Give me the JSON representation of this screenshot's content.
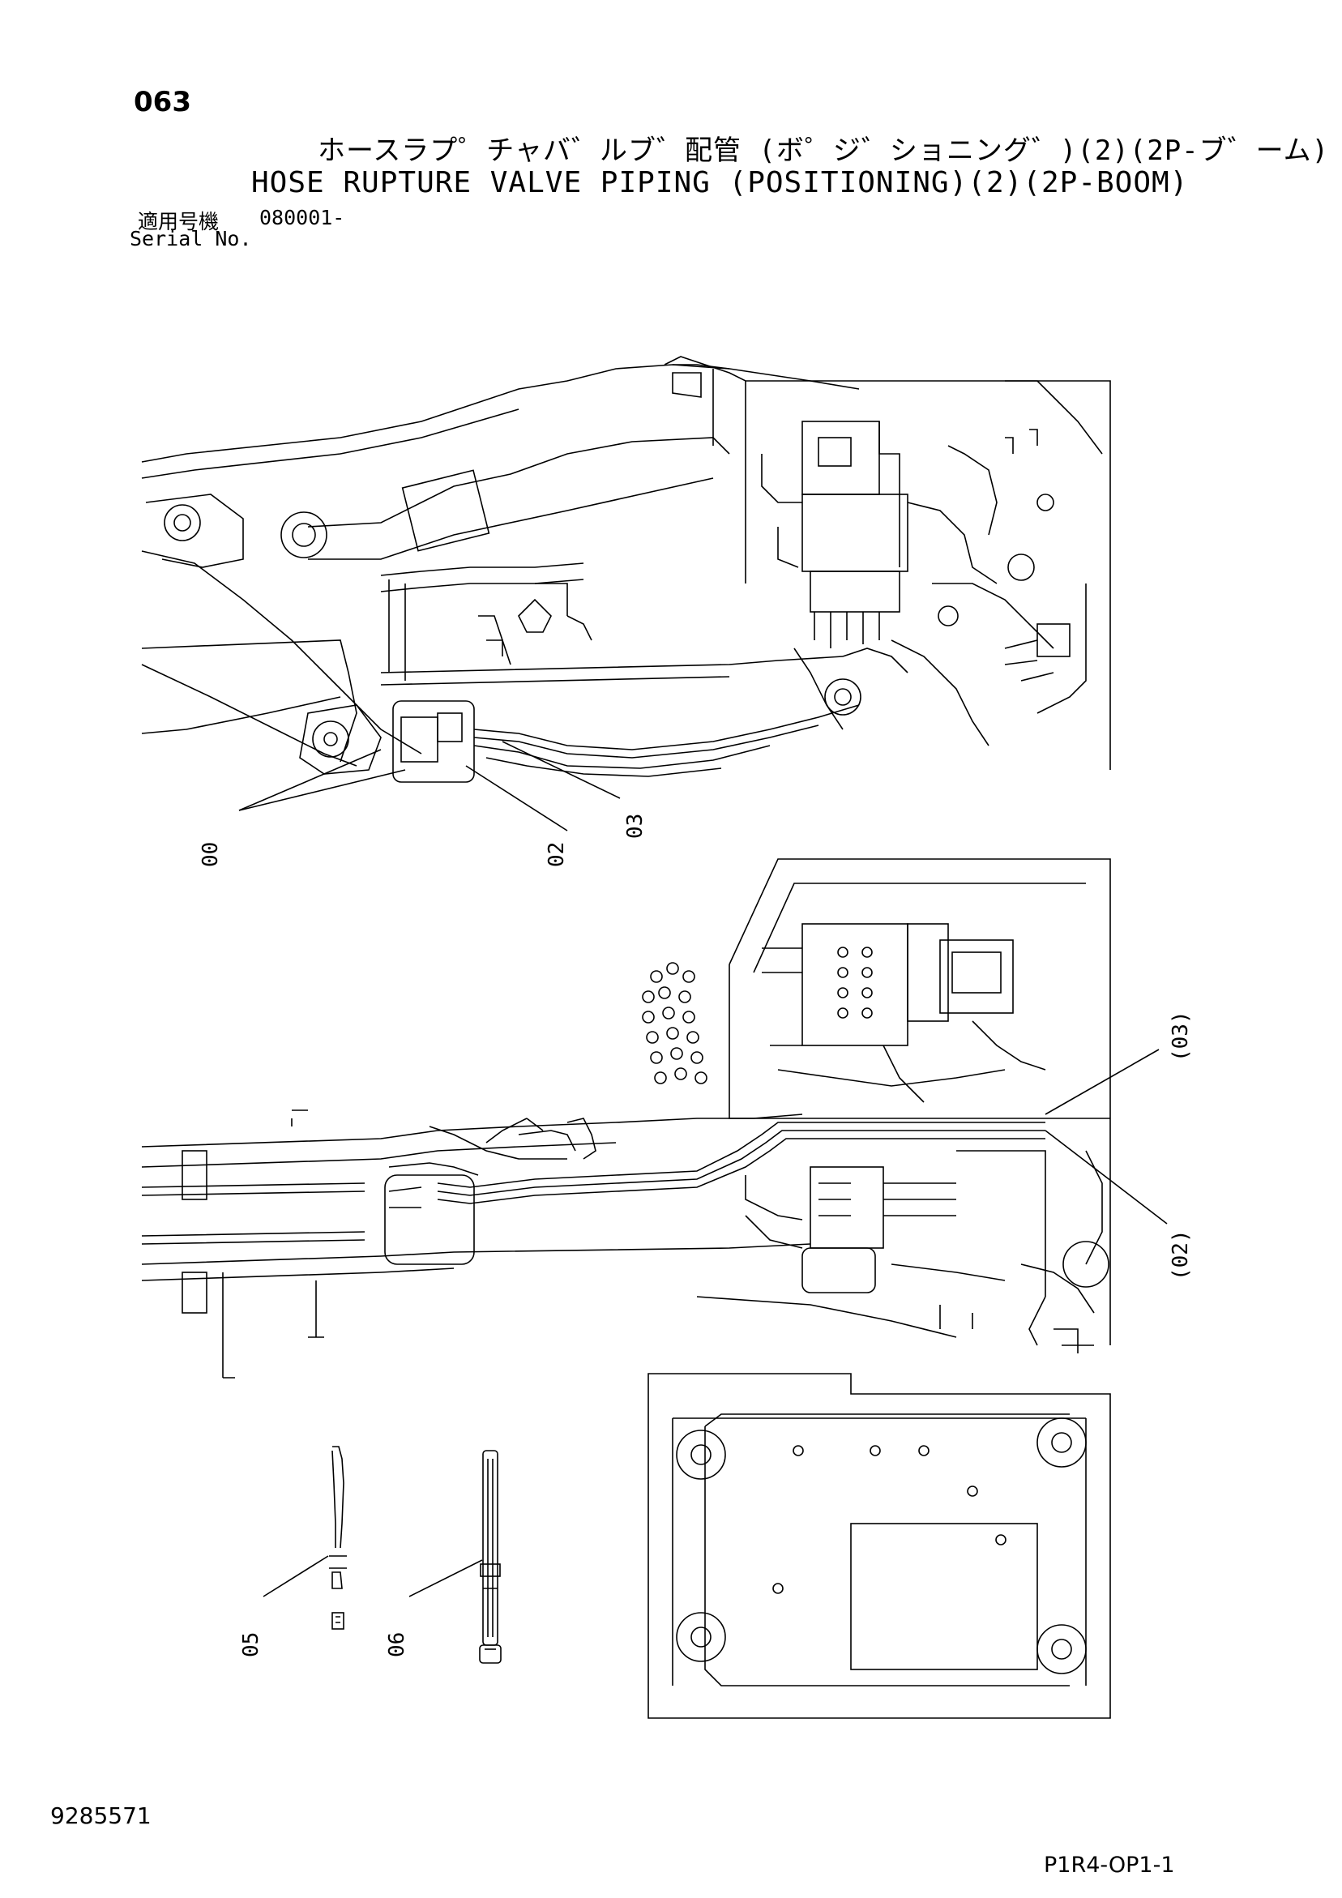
{
  "header": {
    "page_number": "063",
    "title_jp": "ホースラプ゜チャバ゛ルブ゛配管 (ボ゜ジ゛ショニング゛)(2)(2P-ブ゛ーム)",
    "title_en": "HOSE RUPTURE VALVE PIPING (POSITIONING)(2)(2P-BOOM)",
    "serial_label_jp": "適用号機",
    "serial_value": "080001-",
    "serial_label_en": "Serial No."
  },
  "callouts": {
    "upper": [
      "00",
      "02",
      "03"
    ],
    "lower": [
      "(03)",
      "(02)"
    ],
    "parts": [
      "05",
      "06"
    ]
  },
  "footer": {
    "document_number": "9285571",
    "page_code": "P1R4-OP1-1"
  }
}
